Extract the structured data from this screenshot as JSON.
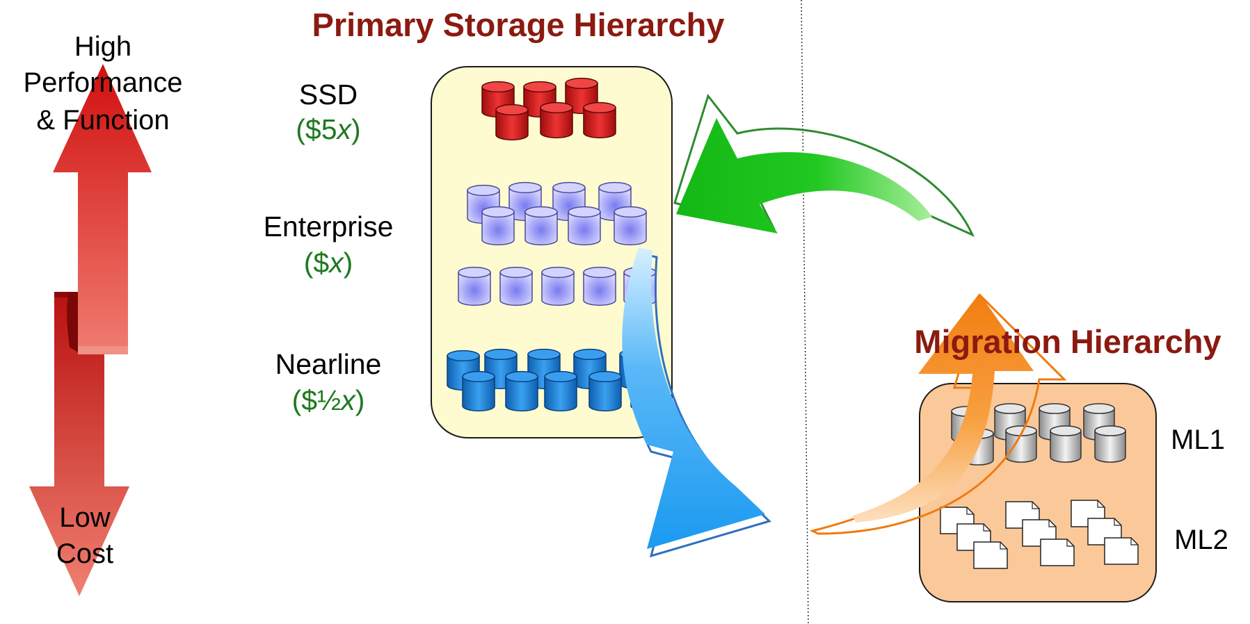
{
  "titles": {
    "primary": "Primary Storage Hierarchy",
    "migration": "Migration Hierarchy"
  },
  "axis": {
    "top_lines": [
      "High",
      "Performance",
      "& Function"
    ],
    "bottom_lines": [
      "Low",
      "Cost"
    ]
  },
  "tiers": {
    "ssd": {
      "name": "SSD",
      "cost_prefix": "($5",
      "cost_var": "x",
      "cost_suffix": ")"
    },
    "enterprise": {
      "name": "Enterprise",
      "cost_prefix": "($",
      "cost_var": "x",
      "cost_suffix": ")"
    },
    "nearline": {
      "name": "Nearline",
      "cost_prefix": "($½",
      "cost_var": "x",
      "cost_suffix": ")"
    }
  },
  "migration_levels": {
    "ml1": "ML1",
    "ml2": "ML2"
  },
  "colors": {
    "title": "#8b1a10",
    "cost_text": "#1e7a1e",
    "primary_box": "#fdfbcf",
    "migration_box": "#fbc999",
    "ssd_disk": "#d81f1f",
    "enterprise_disk": "#b9b9f7",
    "nearline_disk": "#2a8ee0",
    "ml1_disk": "#cfcfcf",
    "recall_arrow": "#1fc21f",
    "migrate_arrow": "#2aa4f4",
    "ml2_arrow": "#f28a1c",
    "axis_arrow": "#d82a2a"
  }
}
